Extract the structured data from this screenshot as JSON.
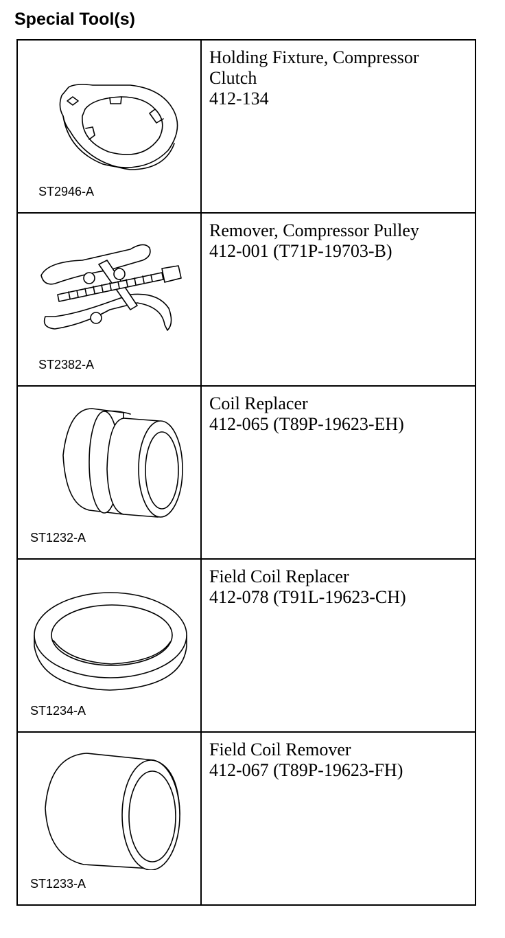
{
  "page": {
    "title": "Special Tool(s)"
  },
  "tools": [
    {
      "code": "ST2946-A",
      "name": "Holding Fixture, Compressor Clutch",
      "number": "412-134",
      "icon": "holding-fixture-icon"
    },
    {
      "code": "ST2382-A",
      "name": "Remover, Compressor Pulley",
      "number": "412-001 (T71P-19703-B)",
      "icon": "pulley-puller-icon"
    },
    {
      "code": "ST1232-A",
      "name": "Coil Replacer",
      "number": "412-065 (T89P-19623-EH)",
      "icon": "stepped-sleeve-icon"
    },
    {
      "code": "ST1234-A",
      "name": "Field Coil Replacer",
      "number": "412-078 (T91L-19623-CH)",
      "icon": "ring-icon"
    },
    {
      "code": "ST1233-A",
      "name": "Field Coil Remover",
      "number": "412-067 (T89P-19623-FH)",
      "icon": "sleeve-icon"
    }
  ]
}
